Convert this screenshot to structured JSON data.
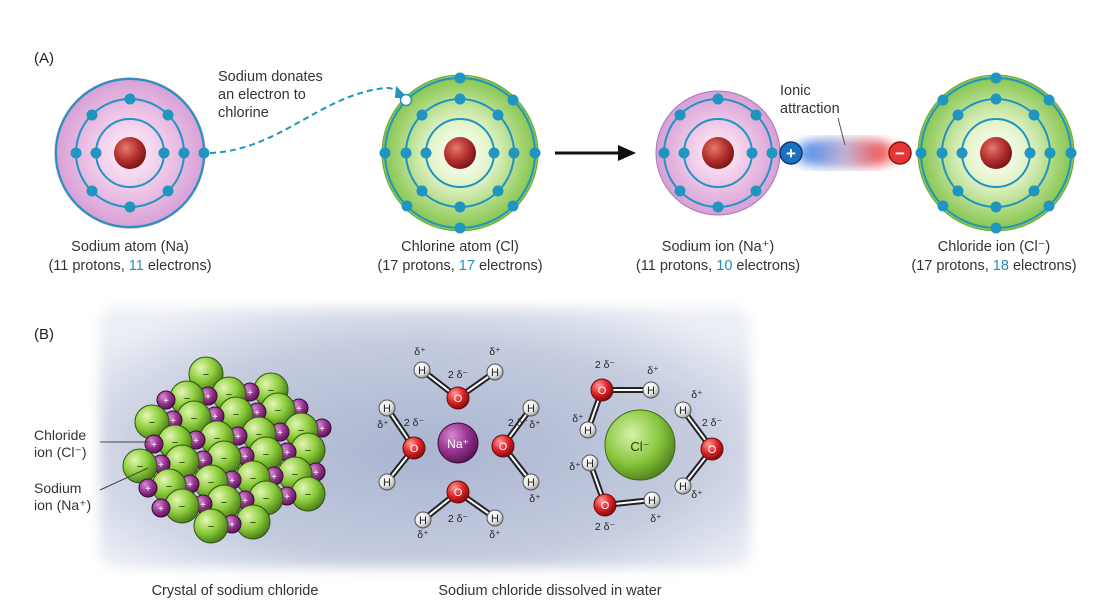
{
  "panel_a": {
    "label": "(A)",
    "callout_donate": [
      "Sodium donates",
      "an electron to",
      "chlorine"
    ],
    "callout_ionic": [
      "Ionic",
      "attraction"
    ],
    "atoms": [
      {
        "name": "Sodium atom (Na)",
        "protons": "(11 protons, ",
        "electrons": "11",
        "suffix": " electrons)"
      },
      {
        "name": "Chlorine atom (Cl)",
        "protons": "(17 protons, ",
        "electrons": "17",
        "suffix": " electrons)"
      },
      {
        "name": "Sodium ion (Na⁺)",
        "protons": "(11 protons, ",
        "electrons": "10",
        "suffix": " electrons)"
      },
      {
        "name": "Chloride ion (Cl⁻)",
        "protons": "(17 protons, ",
        "electrons": "18",
        "suffix": " electrons)"
      }
    ],
    "plus_sign": "+",
    "minus_sign": "−"
  },
  "panel_b": {
    "label": "(B)",
    "chloride_label": [
      "Chloride",
      "ion (Cl⁻)"
    ],
    "sodium_label": [
      "Sodium",
      "ion  (Na⁺)"
    ],
    "crystal_caption": "Crystal of sodium chloride",
    "water_caption": "Sodium chloride dissolved in water",
    "na_ion": "Na⁺",
    "cl_ion": "Cl⁻",
    "hydrogen": "H",
    "oxygen": "O",
    "delta_plus": "δ⁺",
    "two_delta_minus": "2 δ⁻"
  },
  "colors": {
    "sodium_shell": "#e3aee0",
    "chlorine_shell": "#8fce5a",
    "nucleus": "#b02c2c",
    "electron": "#1f95c0",
    "background_b": "#c3cbdf"
  }
}
